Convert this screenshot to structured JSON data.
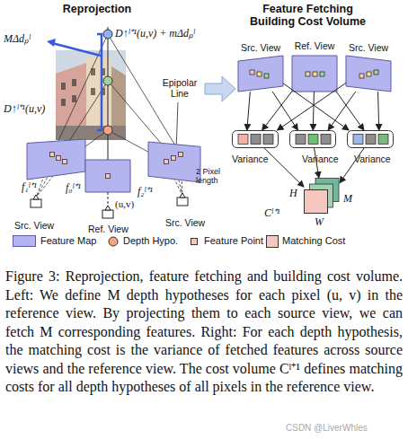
{
  "diagram": {
    "caption": "Figure 3: Reprojection, feature fetching and building cost volume. Left: We define M depth hypotheses for each pixel (u, v) in the reference view. By projecting them to each source view, we can fetch M corresponding features. Right: For each depth hypothesis, the matching cost is the variance of fetched features across source views and the reference view. The cost volume Cˡ⁺¹ defines matching costs for all depth hypotheses of all pixels in the reference view.",
    "nodes": [
      {
        "text": [
          "f₁ˡ⁺¹"
        ]
      },
      {
        "text": [
          "f₀ˡ⁺¹"
        ]
      },
      {
        "text": [
          "f₂ˡ⁺¹"
        ]
      },
      {
        "text": [
          "Src. View"
        ]
      },
      {
        "text": [
          "Ref. View"
        ]
      },
      {
        "text": [
          "Src. View"
        ]
      },
      {
        "text": [
          "Variance"
        ]
      },
      {
        "text": [
          "Variance"
        ]
      },
      {
        "text": [
          "Variance"
        ]
      },
      {
        "text": [
          "H",
          "W",
          "M",
          "Cˡ⁺¹"
        ]
      }
    ],
    "edges": [
      {
        "from": 3,
        "to": 6,
        "arrow": "to"
      },
      {
        "from": 3,
        "to": 7,
        "arrow": "to"
      },
      {
        "from": 3,
        "to": 8,
        "arrow": "to"
      },
      {
        "from": 4,
        "to": 6,
        "arrow": "to"
      },
      {
        "from": 4,
        "to": 7,
        "arrow": "to"
      },
      {
        "from": 4,
        "to": 8,
        "arrow": "to"
      },
      {
        "from": 5,
        "to": 6,
        "arrow": "to"
      },
      {
        "from": 5,
        "to": 7,
        "arrow": "to"
      },
      {
        "from": 5,
        "to": 8,
        "arrow": "to"
      },
      {
        "from": 6,
        "to": 9,
        "arrow": "to"
      },
      {
        "from": 7,
        "to": 9,
        "arrow": "to"
      },
      {
        "from": 8,
        "to": 9,
        "arrow": "to"
      }
    ],
    "labels": [
      "Reprojection",
      "Feature Fetching Building Cost Volume",
      "MΔdₚˡ",
      "D↑ˡ⁺¹(u,v) + mΔdₚˡ",
      "Epipolar Line",
      "D↑ˡ⁺¹(u,v)",
      "2 Pixel length",
      "(u,v)",
      "Src. View",
      "Ref. View",
      "Src. View",
      "CSDN @LiverWhles"
    ],
    "legend": [
      {
        "text": "Feature Map",
        "color": "#b4b4ee"
      },
      {
        "text": "Depth Hypo."
      },
      {
        "text": "Feature Point"
      },
      {
        "text": "Matching Cost"
      }
    ]
  }
}
